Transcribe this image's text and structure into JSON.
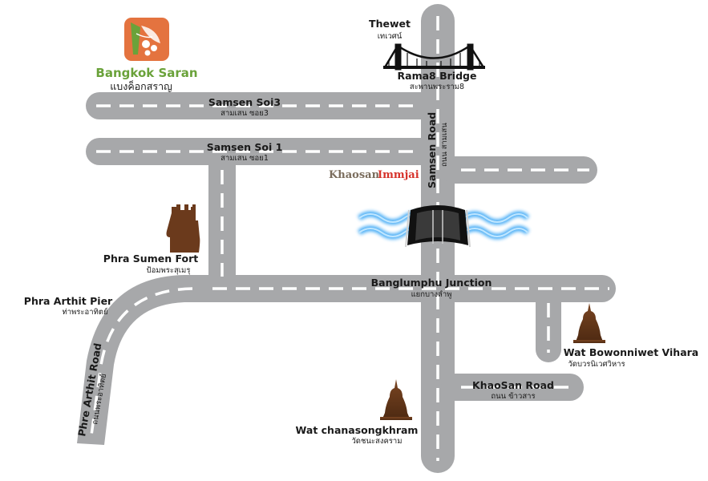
{
  "brand": {
    "name_en": "Bangkok Saran",
    "name_th": "แบงค็อกสราญ",
    "colors": {
      "logo_bg": "#e4733f",
      "logo_leaf": "#6aa23a",
      "name_text": "#6aa23a"
    }
  },
  "roads": {
    "samsen_soi3": {
      "en": "Samsen Soi3",
      "th": "สามเสน ซอย3"
    },
    "samsen_soi1": {
      "en": "Samsen Soi 1",
      "th": "สามเสน ซอย1"
    },
    "samsen_road": {
      "en": "Samsen Road",
      "th": "ถนน สามเสน"
    },
    "banglumphu_junction": {
      "en": "Banglumphu Junction",
      "th": "แยกบางลำพู"
    },
    "phra_arthit_road": {
      "en": "Phre Arthit Road",
      "th": "ถนนพระอาทิตย์"
    },
    "khaosan_road": {
      "en": "KhaoSan Road",
      "th": "ถนน ข้าวสาร"
    }
  },
  "landmarks": {
    "thewet": {
      "en": "Thewet",
      "th": "เทเวศน์"
    },
    "rama8_bridge": {
      "en": "Rama8 Bridge",
      "th": "สะพานพระราม8",
      "icon": "suspension-bridge-icon"
    },
    "khaosan_immjai": {
      "part1": "Khaosan",
      "part2": "Immjai"
    },
    "phra_sumen_fort": {
      "en": "Phra Sumen Fort",
      "th": "ป้อมพระสุเมรุ",
      "icon": "fort-icon"
    },
    "phra_arthit_pier": {
      "en": "Phra Arthit Pier",
      "th": "ท่าพระอาทิตย์"
    },
    "wat_bowonniwet": {
      "en": "Wat Bowonniwet Vihara",
      "th": "วัดบวรนิเวศวิหาร",
      "icon": "buddha-icon"
    },
    "wat_chanasongkhram": {
      "en": "Wat chanasongkhram",
      "th": "วัดชนะสงคราม",
      "icon": "buddha-icon"
    },
    "canal_bridge": {
      "icon": "canal-bridge-icon"
    }
  },
  "colors": {
    "road": "#a7a8aa",
    "road_dash": "#ffffff",
    "water": "#3fa9f5",
    "landmark_brown": "#6b3a1c",
    "bridge": "#111111"
  }
}
